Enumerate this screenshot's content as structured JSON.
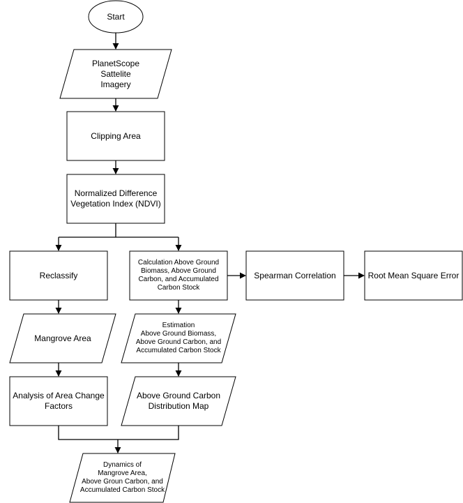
{
  "nodes": {
    "start": "Start",
    "imagery": "PlanetScope\nSattelite\nImagery",
    "clipping": "Clipping Area",
    "ndvi": "Normalized Difference\nVegetation Index (NDVI)",
    "reclassify": "Reclassify",
    "calculation": "Calculation Above Ground\nBiomass, Above Ground\nCarbon, and Accumulated\nCarbon Stock",
    "spearman": "Spearman Correlation",
    "rmse": "Root Mean Square Error",
    "mangrove_area": "Mangrove Area",
    "estimation": "Estimation\nAbove Ground Biomass,\nAbove Ground Carbon, and\nAccumulated Carbon Stock",
    "analysis": "Analysis of Area Change\nFactors",
    "distribution_map": "Above Ground Carbon\nDistribution Map",
    "dynamics": "Dynamics of\nMangrove Area,\nAbove Groun Carbon, and\nAccumulated Carbon Stock"
  }
}
